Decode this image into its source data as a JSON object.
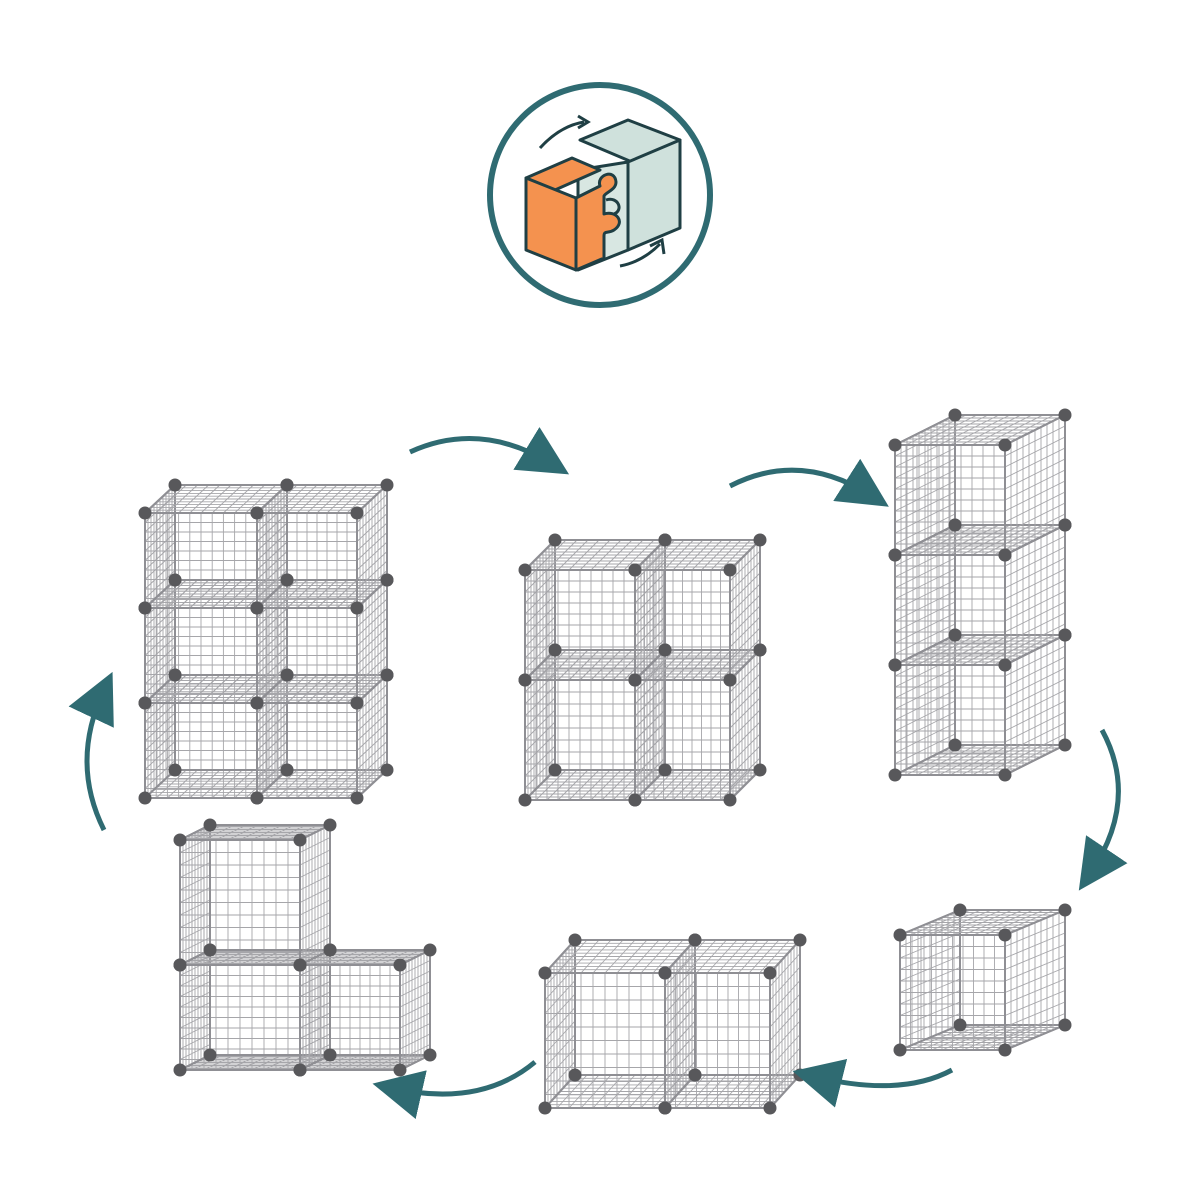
{
  "diagram": {
    "kind": "modular storage cube configuration cycle",
    "colors": {
      "arrow": "#2f6b72",
      "badge_ring": "#2f6b72",
      "puzzle_left": "#f4924f",
      "puzzle_right": "#cfe1dc",
      "wire": "#a6a6aa",
      "connector": "#58585b"
    },
    "icons": [
      "puzzle-cube-icon",
      "rotate-arrows-icon"
    ],
    "configurations": [
      {
        "id": "config-2x3",
        "cols": 2,
        "rows": 3
      },
      {
        "id": "config-2x2",
        "cols": 2,
        "rows": 2
      },
      {
        "id": "config-1x3",
        "cols": 1,
        "rows": 3
      },
      {
        "id": "config-1x1",
        "cols": 1,
        "rows": 1
      },
      {
        "id": "config-2x1",
        "cols": 2,
        "rows": 1
      },
      {
        "id": "config-l-shape",
        "cells": 3
      }
    ],
    "flow": [
      "config-2x3",
      "config-2x2",
      "config-1x3",
      "config-1x1",
      "config-2x1",
      "config-l-shape",
      "config-2x3"
    ]
  }
}
